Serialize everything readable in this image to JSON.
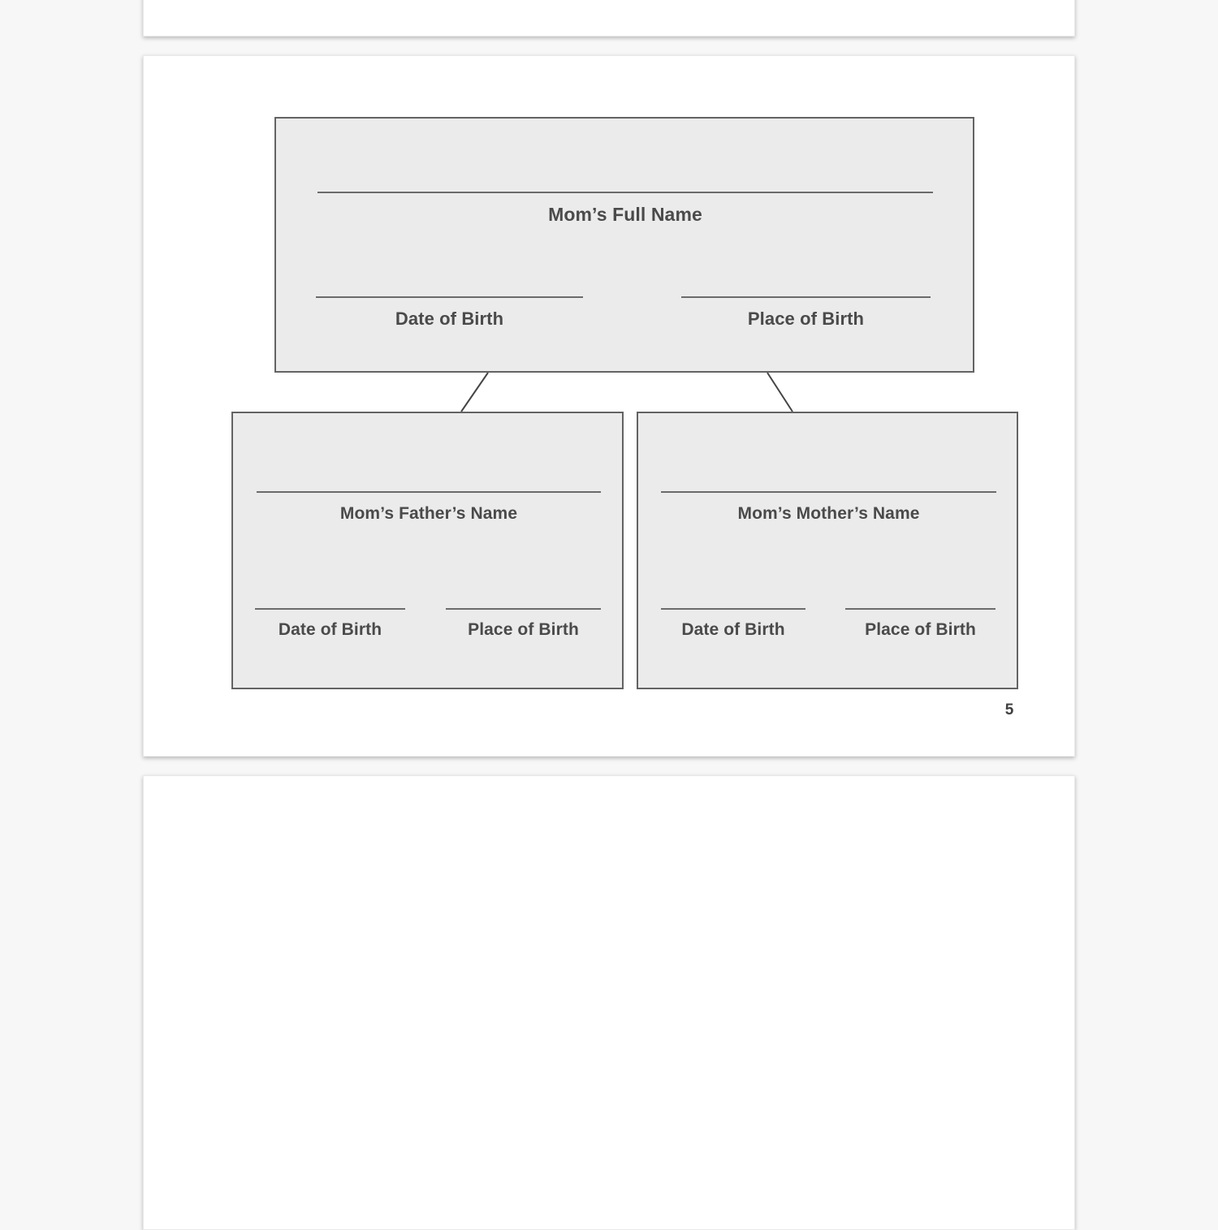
{
  "document": {
    "page_number": "5",
    "colors": {
      "viewer_background": "#f7f7f7",
      "page_background": "#ffffff",
      "node_fill": "#ebebeb",
      "node_border": "#636363",
      "rule": "#6b6b6b",
      "text": "#4a4a4a"
    }
  },
  "tree": {
    "root": {
      "name_label": "Mom’s Full Name",
      "dob_label": "Date of Birth",
      "pob_label": "Place of Birth",
      "name_value": "",
      "dob_value": "",
      "pob_value": ""
    },
    "children": [
      {
        "name_label": "Mom’s Father’s Name",
        "dob_label": "Date of Birth",
        "pob_label": "Place of Birth",
        "name_value": "",
        "dob_value": "",
        "pob_value": ""
      },
      {
        "name_label": "Mom’s Mother’s Name",
        "dob_label": "Date of Birth",
        "pob_label": "Place of Birth",
        "name_value": "",
        "dob_value": "",
        "pob_value": ""
      }
    ]
  }
}
